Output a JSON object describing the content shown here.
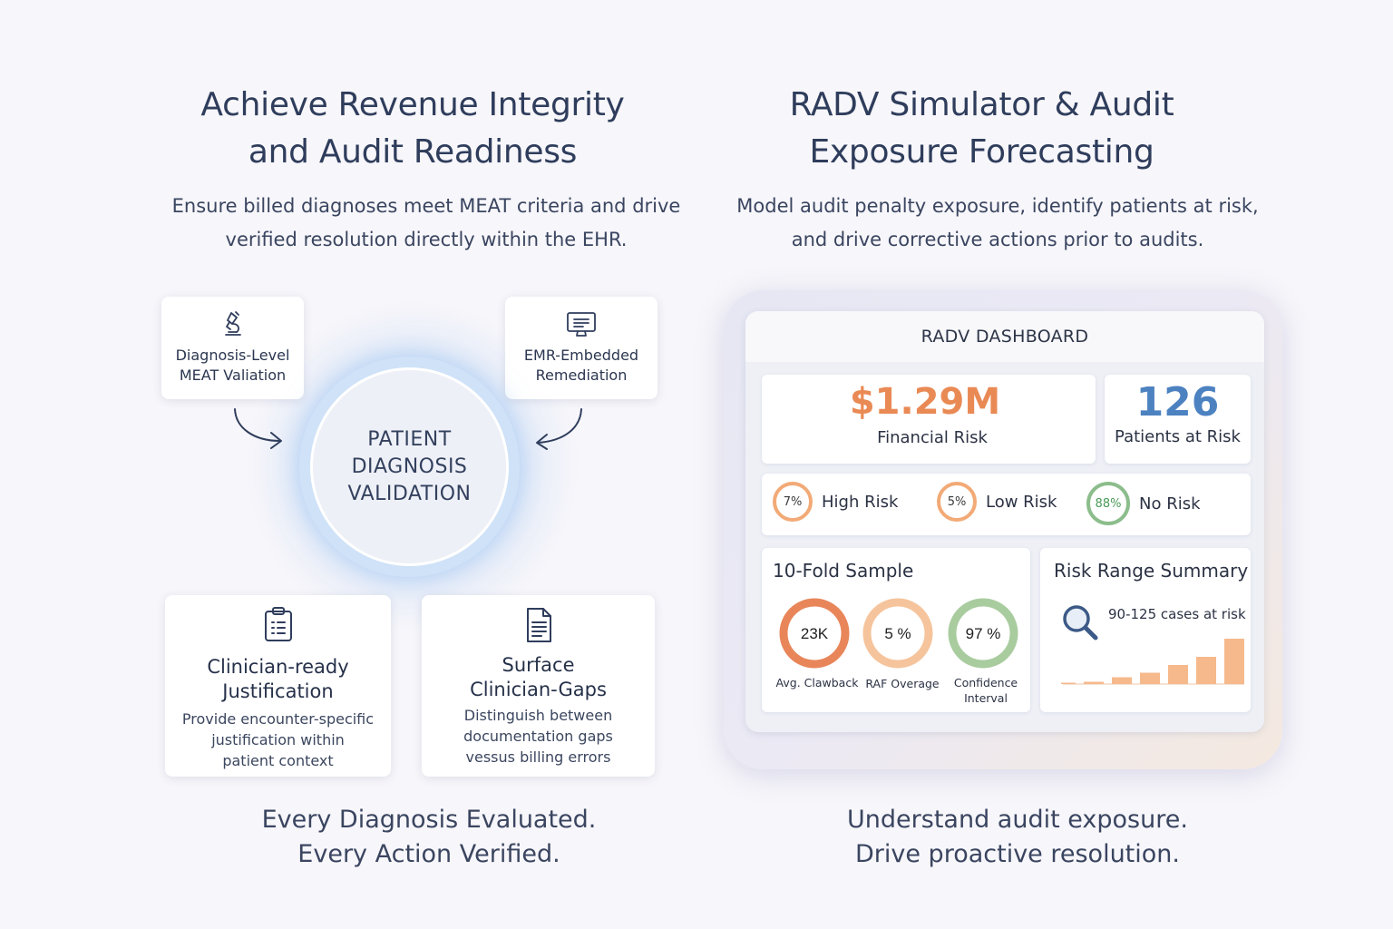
{
  "left": {
    "heading": [
      "Achieve Revenue Integrity",
      "and Audit Readiness"
    ],
    "subheading": [
      "Ensure billed diagnoses meet MEAT criteria and drive",
      "verified resolution directly within the EHR."
    ],
    "cards": {
      "meat": {
        "lines": [
          "Diagnosis-Level",
          "MEAT Valiation"
        ],
        "icon": "microscope-icon"
      },
      "emr": {
        "lines": [
          "EMR-Embedded",
          "Remediation"
        ],
        "icon": "monitor-icon"
      },
      "justification": {
        "title": [
          "Clinician-ready",
          "Justification"
        ],
        "desc": [
          "Provide encounter-specific",
          "justification within",
          "patient context"
        ],
        "icon": "clipboard-icon"
      },
      "gaps": {
        "title": [
          "Surface",
          "Clinician-Gaps"
        ],
        "desc": [
          "Distinguish between",
          "documentation gaps",
          "vessus billing errors"
        ],
        "icon": "document-icon"
      }
    },
    "center": [
      "PATIENT",
      "DIAGNOSIS",
      "VALIDATION"
    ],
    "tagline": [
      "Every Diagnosis Evaluated.",
      "Every Action Verified."
    ]
  },
  "right": {
    "heading": [
      "RADV Simulator & Audit",
      "Exposure Forecasting"
    ],
    "subheading": [
      "Model audit penalty exposure, identify patients at risk,",
      "and drive corrective actions prior to audits."
    ],
    "tagline": [
      "Understand audit exposure.",
      "Drive proactive resolution."
    ]
  },
  "dashboard": {
    "title": "RADV DASHBOARD",
    "financial_risk": {
      "value": "$1.29M",
      "label": "Financial Risk"
    },
    "patients_at_risk": {
      "value": "126",
      "label": "Patients at Risk"
    },
    "risk_levels": [
      {
        "pct": "7%",
        "label": "High Risk",
        "fraction": 0.07
      },
      {
        "pct": "5%",
        "label": "Low Risk",
        "fraction": 0.05
      },
      {
        "pct": "88%",
        "label": "No Risk",
        "fraction": 0.88
      }
    ],
    "sample": {
      "title": "10-Fold Sample",
      "items": [
        {
          "value": "23K",
          "label": [
            "Avg. Clawback"
          ]
        },
        {
          "value": "5 %",
          "label": [
            "RAF Overage"
          ]
        },
        {
          "value": "97 %",
          "label": [
            "Confidence",
            "Interval"
          ]
        }
      ]
    },
    "range": {
      "title": "Risk Range Summary",
      "note": "90-125 cases at risk",
      "bars": [
        0.02,
        0.05,
        0.15,
        0.25,
        0.42,
        0.6,
        1.0
      ]
    }
  },
  "colors": {
    "orange_dark": "#e8865a",
    "orange_mid": "#f2aa77",
    "orange_light": "#f6c49c",
    "green": "#8cbd8c",
    "blue_num": "#4d82c1",
    "navy": "#2f3d5c"
  }
}
